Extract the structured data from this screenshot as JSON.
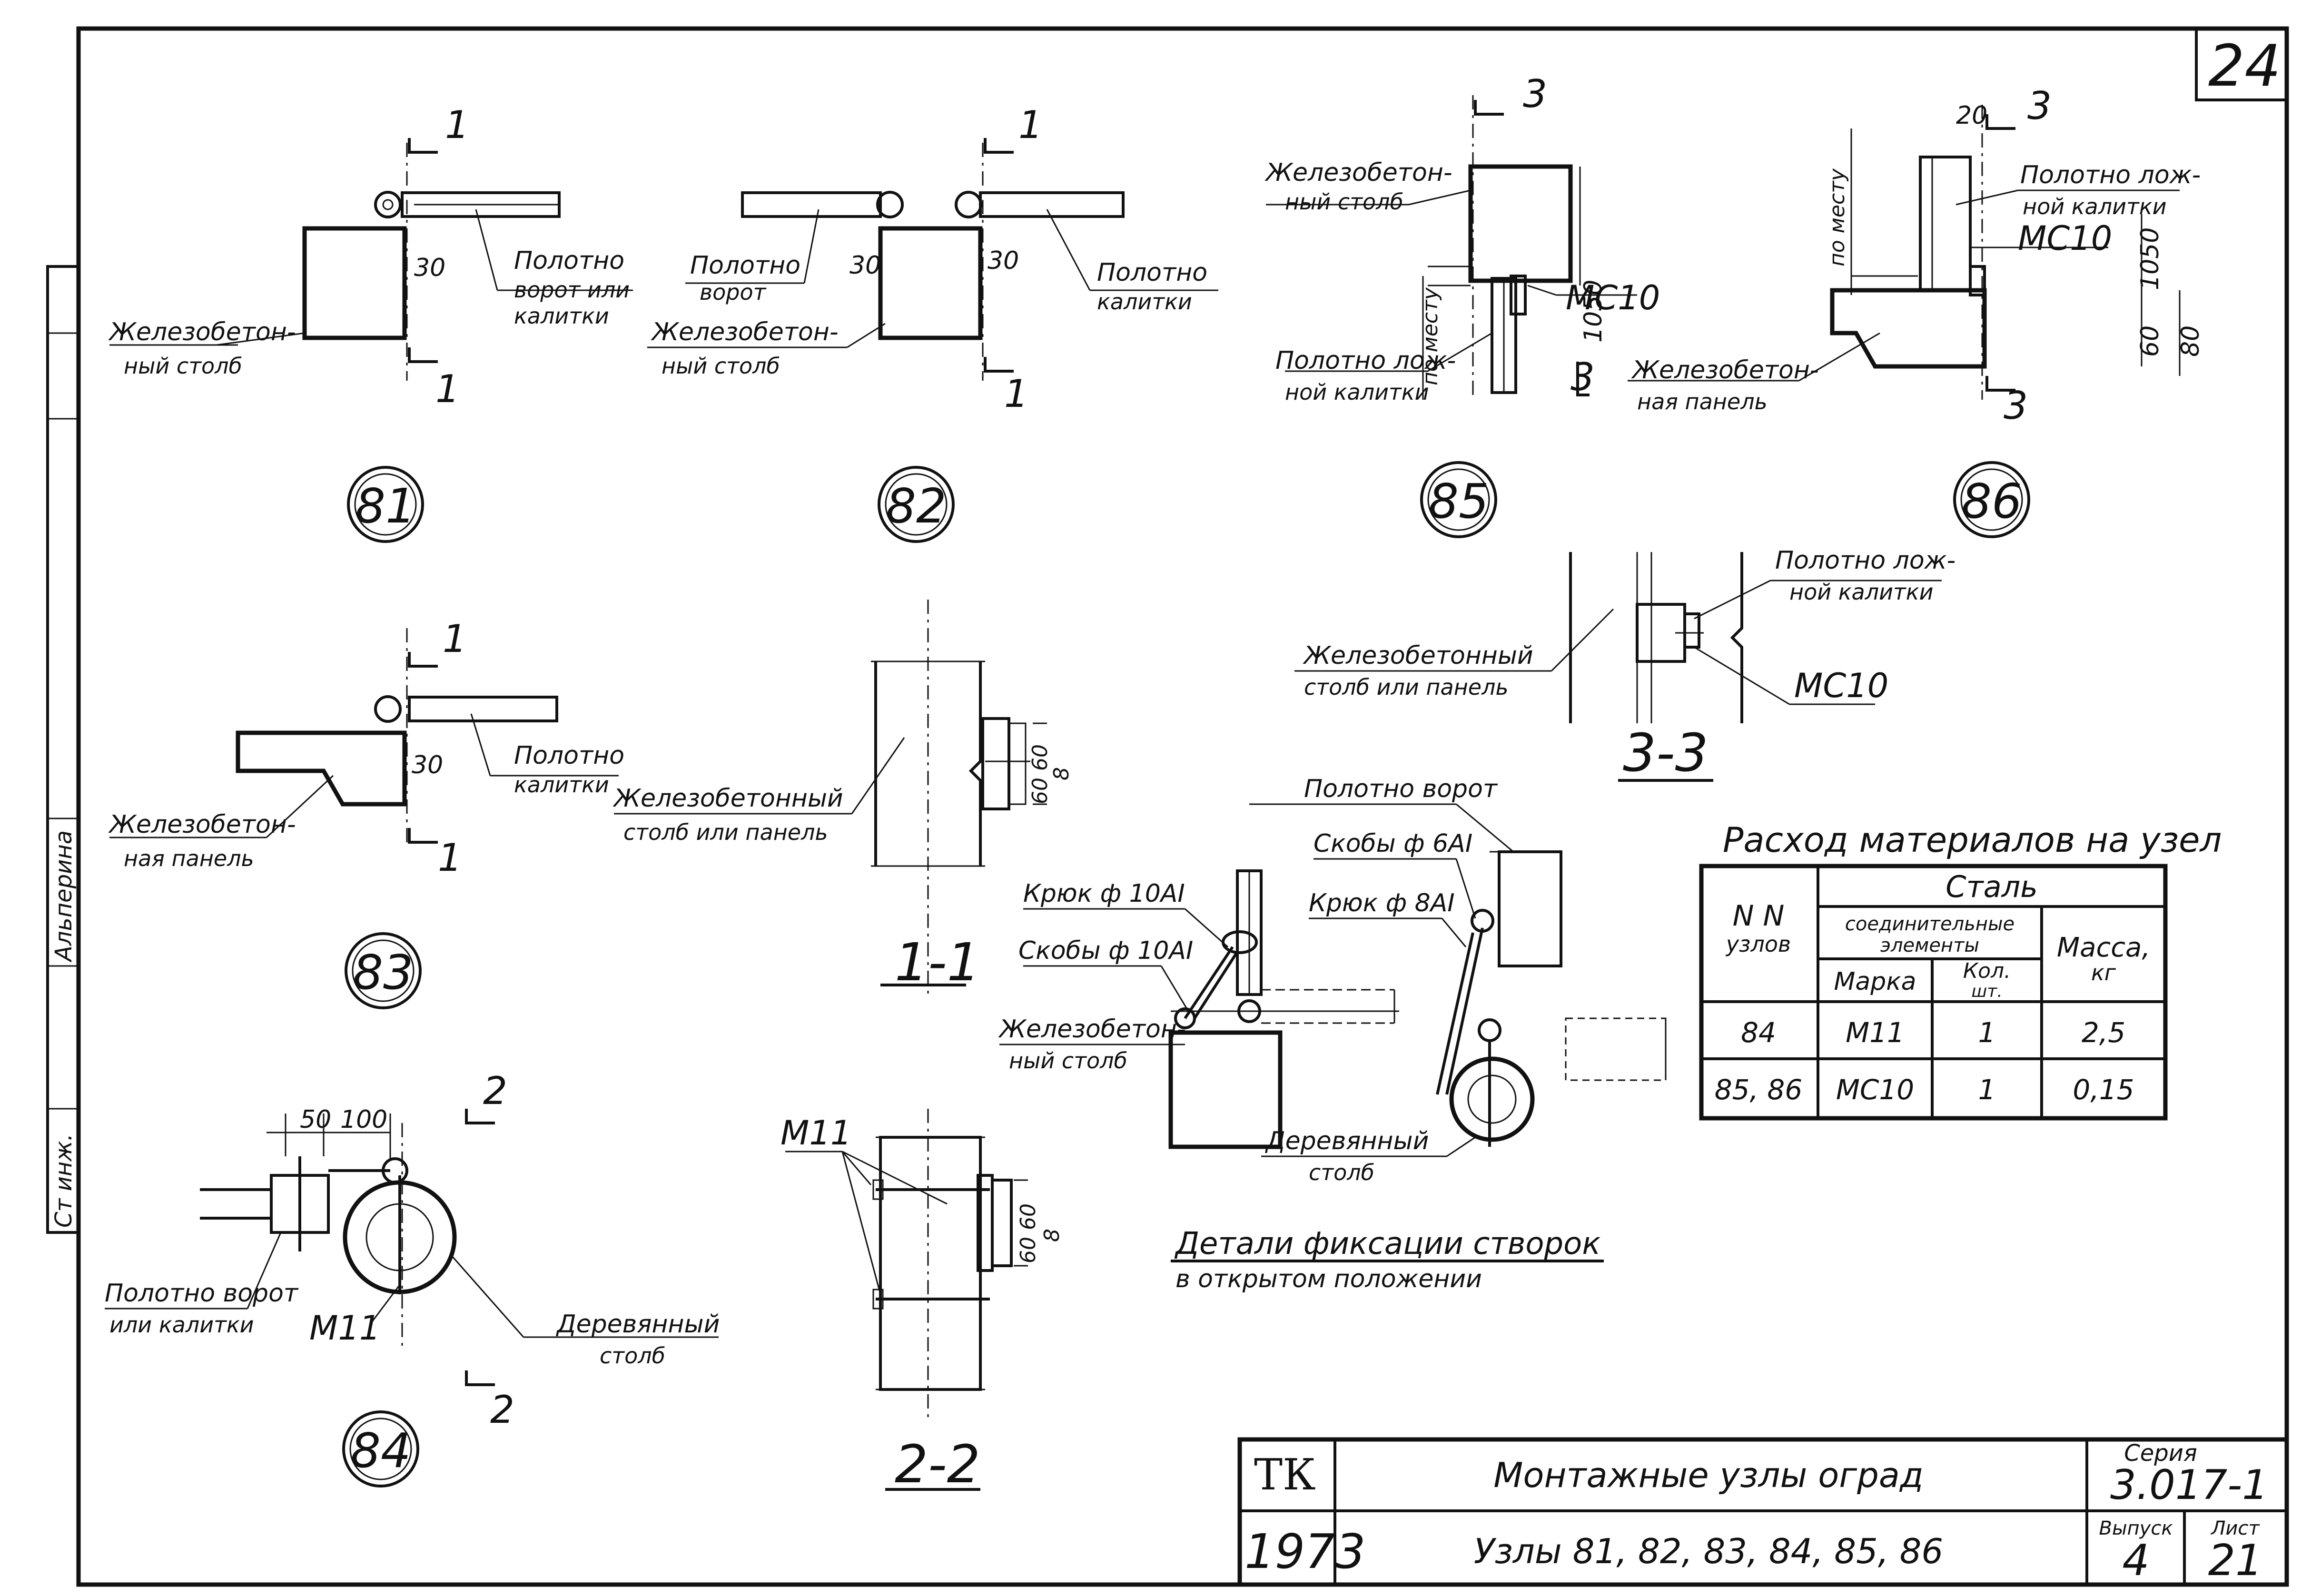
{
  "sheet": {
    "page_number": "24",
    "stamp_left_vertical": [
      "Ст инж.",
      "Альперина"
    ]
  },
  "nodes": {
    "n81": "81",
    "n82": "82",
    "n83": "83",
    "n84": "84",
    "n85": "85",
    "n86": "86"
  },
  "sections": {
    "s1": "1",
    "s2": "2",
    "s3": "3",
    "s11": "1-1",
    "s22": "2-2",
    "s33": "3-3"
  },
  "labels": {
    "rc_column_1": "Железобетон-",
    "rc_column_2": "ный столб",
    "rc_column_full": "Железобетонный",
    "rc_column_or_panel": "столб или панель",
    "rc_panel_1": "Железобетон-",
    "rc_panel_2": "ная панель",
    "leaf_gate_or_wicket_1": "Полотно",
    "leaf_gate_or_wicket_2": "ворот или",
    "leaf_gate_or_wicket_3": "калитки",
    "leaf_gate_1": "Полотно",
    "leaf_gate_2": "ворот",
    "leaf_wicket_1": "Полотно",
    "leaf_wicket_2": "калитки",
    "false_wicket_1": "Полотно лож-",
    "false_wicket_2": "ной калитки",
    "leaf_gate_or_wicket_84a": "Полотно ворот",
    "leaf_gate_or_wicket_84b": "или калитки",
    "wood_column_1": "Деревянный",
    "wood_column_2": "столб",
    "on_site": "по месту",
    "gate_leaf": "Полотно ворот",
    "hook_10": "Крюк ф 10АI",
    "brackets_10": "Скобы ф 10АI",
    "brackets_6": "Скобы ф 6АI",
    "hook_8": "Крюк ф 8АI",
    "detail_title_1": "Детали фиксации створок",
    "detail_title_2": "в открытом положении",
    "mc10": "МС10",
    "m11": "М11"
  },
  "dims": {
    "d30": "30",
    "d50": "50",
    "d100": "100",
    "d20": "20",
    "d1050": "1050",
    "d60": "60",
    "d80": "80",
    "d6060": "60 60",
    "d8": "8"
  },
  "material_table": {
    "title": "Расход материалов на узел",
    "header_nodes_1": "N N",
    "header_nodes_2": "узлов",
    "header_steel": "Сталь",
    "header_conn_1": "соединительные",
    "header_conn_2": "элементы",
    "header_mark": "Марка",
    "header_qty_1": "Кол.",
    "header_qty_2": "шт.",
    "header_mass_1": "Масса,",
    "header_mass_2": "кг",
    "rows": [
      {
        "nodes": "84",
        "mark": "М11",
        "qty": "1",
        "mass": "2,5"
      },
      {
        "nodes": "85, 86",
        "mark": "МС10",
        "qty": "1",
        "mass": "0,15"
      }
    ]
  },
  "title_block": {
    "org": "ТК",
    "year": "1973",
    "title": "Монтажные узлы оград",
    "subtitle": "Узлы 81, 82, 83, 84, 85, 86",
    "series_label": "Серия",
    "series": "3.017-1",
    "issue_label": "Выпуск",
    "issue": "4",
    "sheet_label": "Лист",
    "sheet": "21"
  }
}
